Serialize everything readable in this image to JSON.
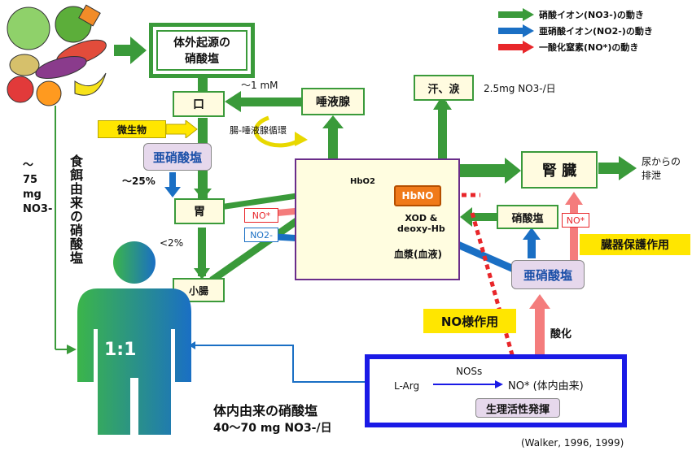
{
  "legend": {
    "nitrate": "硝酸イオン(NO3-)の動き",
    "nitrite": "亜硝酸イオン(NO2-)の動き",
    "no": "一酸化窒素(NO*)の動き"
  },
  "boxes": {
    "exogenous": "体外起源の\n硝酸塩",
    "mouth": "口",
    "salivary": "唾液腺",
    "microbe": "微生物",
    "nitrite_main": "亜硝酸塩",
    "stomach": "胃",
    "small_intestine": "小腸",
    "sweat": "汗、涙",
    "kidney": "腎 臓",
    "nitrate_right": "硝酸塩",
    "nitrite_right": "亜硝酸塩",
    "hbno": "HbNO",
    "no_small": "NO*",
    "no2_small": "NO2-",
    "no_kidney": "NO*"
  },
  "labels": {
    "one_mm": "～1 mM",
    "enterosalivary": "腸-唾液腺循環",
    "pct25": "～25%",
    "pct2": "<2%",
    "sweat_amount": "2.5mg NO3-/日",
    "urine": "尿からの\n排泄",
    "hbo2": "HbO2",
    "xod": "XOD &\ndeoxy-Hb",
    "plasma": "血漿(血液)",
    "organ_protection": "臓器保護作用",
    "no_like": "NO様作用",
    "oxidation": "酸化",
    "dietary_amount": "～\n75\nmg\nNO3-",
    "dietary_vertical": "食餌由来の硝酸塩",
    "body_ratio": "1:1",
    "l_arg": "L-Arg",
    "noss": "NOSs",
    "no_endogenous": "NO* (体内由来)",
    "bio_activity": "生理活性発揮",
    "endogenous_title": "体内由来の硝酸塩",
    "endogenous_amount": "40～70 mg NO3-/日",
    "citation": "(Walker, 1996, 1999)"
  },
  "colors": {
    "green": "#3a9a3a",
    "blue": "#1a6fc4",
    "red": "#e8262a",
    "pink": "#f47c7c",
    "yellow": "#ffe600"
  }
}
